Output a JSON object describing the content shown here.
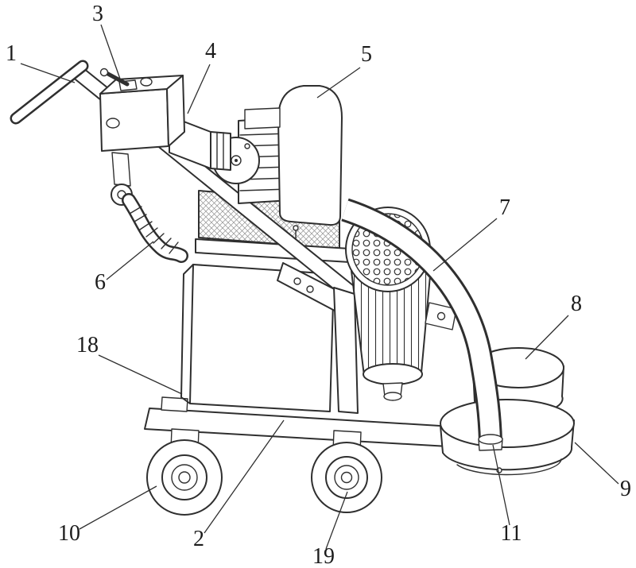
{
  "figure": {
    "kind": "patent-line-drawing",
    "colors": {
      "background": "#ffffff",
      "line": "#2f2f2f",
      "label_text": "#1c1c1c"
    }
  },
  "callouts": {
    "c1": "1",
    "c2": "2",
    "c3": "3",
    "c4": "4",
    "c5": "5",
    "c6": "6",
    "c7": "7",
    "c8": "8",
    "c9": "9",
    "c10": "10",
    "c11": "11",
    "c18": "18",
    "c19": "19"
  }
}
